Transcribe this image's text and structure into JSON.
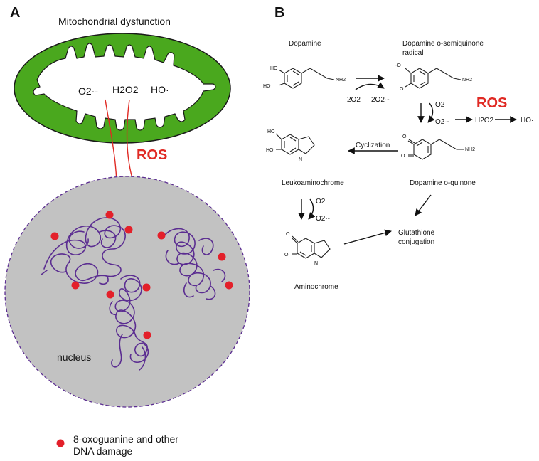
{
  "panel_a": {
    "label": "A",
    "title": "Mitochondrial dysfunction",
    "species": [
      "O2·-",
      "H2O2",
      "HO·"
    ],
    "ros_label": "ROS",
    "nucleus_label": "nucleus",
    "legend_line1": "8-oxoguanine and other",
    "legend_line2": "DNA damage"
  },
  "panel_b": {
    "label": "B",
    "dopamine": "Dopamine",
    "semiquinone_line1": "Dopamine o-semiquinone",
    "semiquinone_line2": "radical",
    "two_o2": "2O2",
    "two_superoxide": "2O2·-",
    "o2": "O2",
    "superoxide": "O2·-",
    "ros_label": "ROS",
    "h2o2": "H2O2",
    "ho": "HO·",
    "cyclization": "Cyclization",
    "leukoaminochrome": "Leukoaminochrome",
    "dopamine_quinone": "Dopamine o-quinone",
    "o2_b": "O2",
    "superoxide_b": "O2·-",
    "glutathione_line1": "Glutathione",
    "glutathione_line2": "conjugation",
    "aminochrome": "Aminochrome",
    "atoms": {
      "ho": "HO",
      "nh2": "NH2",
      "o": "O",
      "o_minus": "-O",
      "n": "N"
    }
  },
  "colors": {
    "ros": "#e02a24",
    "mito_outer": "#4aa81e",
    "nucleus": "#c2c2c2",
    "dna": "#5b2d91",
    "damage": "#e3202a"
  }
}
